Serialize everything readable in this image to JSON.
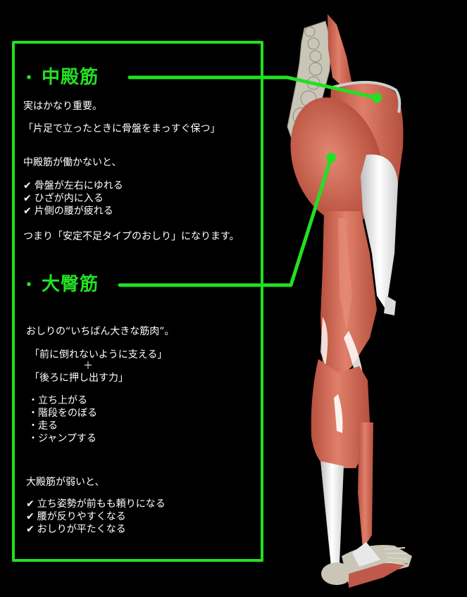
{
  "colors": {
    "accent": "#22e022",
    "background": "#000000",
    "text": "#ffffff",
    "muscle": "#d9735f",
    "tendon": "#e8e8e8",
    "bone": "#c9c6b8"
  },
  "section1": {
    "bullet": "・",
    "title": "中殿筋",
    "intro": "実はかなり重要。",
    "quote": "「片足で立ったときに骨盤をまっすぐ保つ」",
    "condition": "中殿筋が働かないと、",
    "check_icon": "✔",
    "effects": [
      "骨盤が左右にゆれる",
      "ひざが内に入る",
      "片側の腰が疲れる"
    ],
    "conclusion": "つまり「安定不足タイプのおしり」になります。"
  },
  "section2": {
    "bullet": "・",
    "title": "大臀筋",
    "intro": "おしりの“いちばん大きな筋肉”。",
    "role1": "「前に倒れないように支える」",
    "plus": "＋",
    "role2": "「後ろに押し出す力」",
    "dot_icon": "・",
    "actions": [
      "立ち上がる",
      "階段をのぼる",
      "走る",
      "ジャンプする"
    ],
    "condition": "大殿筋が弱いと、",
    "check_icon": "✔",
    "effects": [
      "立ち姿勢が前もも頼りになる",
      "腰が反りやすくなる",
      "おしりが平たくなる"
    ]
  },
  "figure": {
    "label": "leg-muscle-anatomy-rear-view",
    "pointers": [
      {
        "target": "gluteus-medius",
        "dot": [
          535,
          139
        ]
      },
      {
        "target": "gluteus-maximus",
        "dot": [
          470,
          224
        ]
      }
    ]
  }
}
